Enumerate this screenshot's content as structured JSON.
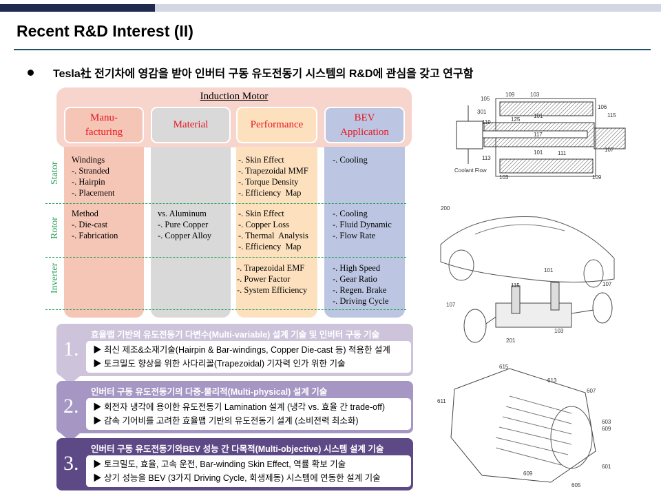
{
  "header": {
    "title": "Recent R&D Interest (II)",
    "bullet": "Tesla社 전기차에 영감을 받아 인버터 구동 유도전동기 시스템의 R&D에 관심을 갖고 연구함"
  },
  "table": {
    "title": "Induction  Motor",
    "columns": [
      "Manu-\nfacturing",
      "Material",
      "Performance",
      "BEV\nApplication"
    ],
    "rows": [
      "Stator",
      "Rotor",
      "Inverter"
    ],
    "cells": {
      "stator": [
        "Windings\n-. Stranded\n-. Hairpin\n-. Placement",
        "",
        "-. Skin Effect\n-. Trapezoidal MMF\n-. Torque Density\n-. Efficiency  Map",
        "-. Cooling"
      ],
      "rotor": [
        "Method\n-. Die-cast\n-. Fabrication",
        "vs. Aluminum\n-. Pure Copper\n-. Copper Alloy",
        "-. Skin Effect\n-. Copper Loss\n-. Thermal  Analysis\n-. Efficiency  Map",
        "-. Cooling\n-. Fluid Dynamic\n-. Flow Rate"
      ],
      "inverter": [
        "",
        "",
        "-. Trapezoidal EMF\n-. Power Factor\n-. System Efficiency",
        "-. High Speed\n-. Gear Ratio\n-. Regen. Brake\n-. Driving Cycle"
      ]
    }
  },
  "steps": [
    {
      "num": "1.",
      "title": "효율맵 기반의 유도전동기 다변수(Multi-variable) 설계 기술 및 인버터 구동 기술",
      "items": [
        "▶ 최신 제조&소재기술(Hairpin & Bar-windings, Copper Die-cast 등) 적용한 설계",
        "▶ 토크밀도 향상을 위한 사다리꼴(Trapezoidal) 기자력 인가 위한 기술"
      ],
      "color": "#cdc4dc"
    },
    {
      "num": "2.",
      "title": "인버터 구동 유도전동기의 다중-물리적(Multi-physical) 설계 기술",
      "items": [
        "▶ 회전자 냉각에 용이한 유도전동기 Lamination 설계 (냉각 vs. 효율 간 trade-off)",
        "▶ 감속 기어비를 고려한 효율맵 기반의 유도전동기 설계 (소비전력 최소화)"
      ],
      "color": "#a596c3"
    },
    {
      "num": "3.",
      "title": "인버터 구동 유도전동기와BEV 성능 간 다목적(Multi-objective) 시스템 설계 기술",
      "items": [
        "▶ 토크밀도, 효율, 고속 운전, Bar-winding Skin Effect, 역률 확보 기술",
        "▶ 상기 성능을 BEV (3가지 Driving Cycle, 회생제동) 시스템에 연동한 설계 기술"
      ],
      "color": "#5d4985"
    }
  ],
  "figures": {
    "rotor_labels": [
      "105",
      "109",
      "103",
      "301",
      "106",
      "119",
      "125",
      "101",
      "117",
      "115",
      "113",
      "111",
      "107",
      "101",
      "103",
      "109"
    ],
    "coolant_label": "Coolant\nFlow",
    "car_labels": [
      "200",
      "101",
      "115",
      "107",
      "107",
      "201",
      "103"
    ],
    "motor_labels": [
      "615",
      "613",
      "607",
      "611",
      "603",
      "609",
      "601",
      "609",
      "605"
    ]
  }
}
